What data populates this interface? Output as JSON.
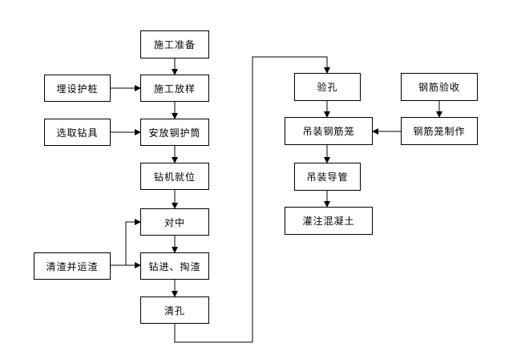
{
  "nodes": {
    "prep": "施工准备",
    "layout": "施工放样",
    "bury": "埋设护桩",
    "casing": "安放钢护筒",
    "select_drill": "选取钻具",
    "drill_pos": "钻机就位",
    "center": "对中",
    "drill": "钻进、掏渣",
    "clean_transport": "清渣并运渣",
    "clear_hole": "清孔",
    "inspect_hole": "验孔",
    "steel_check": "钢筋验收",
    "hoist_cage": "吊装钢筋笼",
    "make_cage": "钢筋笼制作",
    "hoist_pipe": "吊装导管",
    "pour": "灌注混凝土"
  }
}
